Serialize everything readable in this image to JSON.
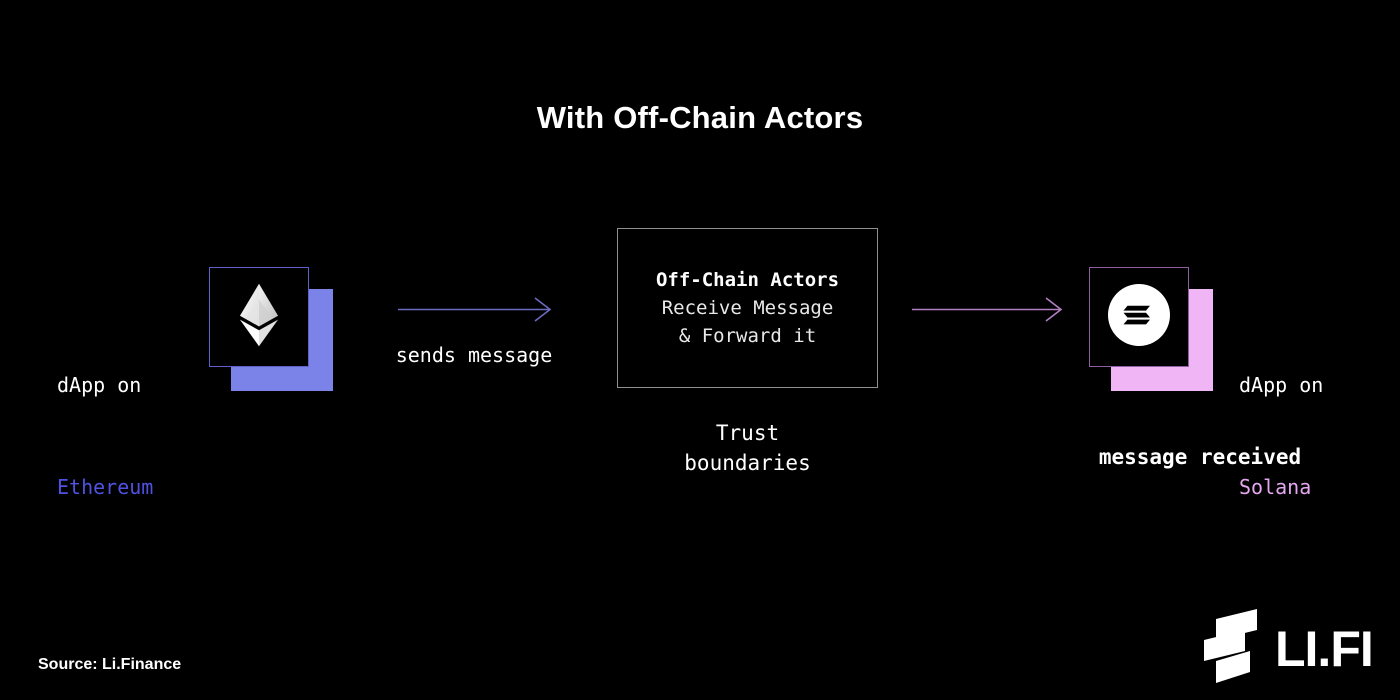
{
  "page": {
    "title": "With Off-Chain Actors",
    "background_color": "#000000",
    "source_note": "Source: Li.Finance"
  },
  "left_node": {
    "label_line1": "dApp on",
    "label_line2": "Ethereum",
    "accent_color": "#4f52e0",
    "shadow_color": "#7b82e8",
    "icon": "ethereum-logo"
  },
  "right_node": {
    "label_line1": "dApp on",
    "label_line2": "Solana",
    "accent_color": "#e4a6ef",
    "shadow_color": "#f0b5f5",
    "icon": "solana-logo",
    "status_text": "message received"
  },
  "arrow_left": {
    "caption": "sends message",
    "color": "#6b6bbf"
  },
  "arrow_right": {
    "caption": "",
    "color": "#b07fc0"
  },
  "actors_box": {
    "heading": "Off-Chain Actors",
    "line2": "Receive Message",
    "line3": "& Forward it",
    "border_color": "#909090",
    "caption_line1": "Trust",
    "caption_line2": "boundaries"
  },
  "brand": {
    "wordmark": "LI.FI",
    "mark": "lifi-mark-icon"
  }
}
